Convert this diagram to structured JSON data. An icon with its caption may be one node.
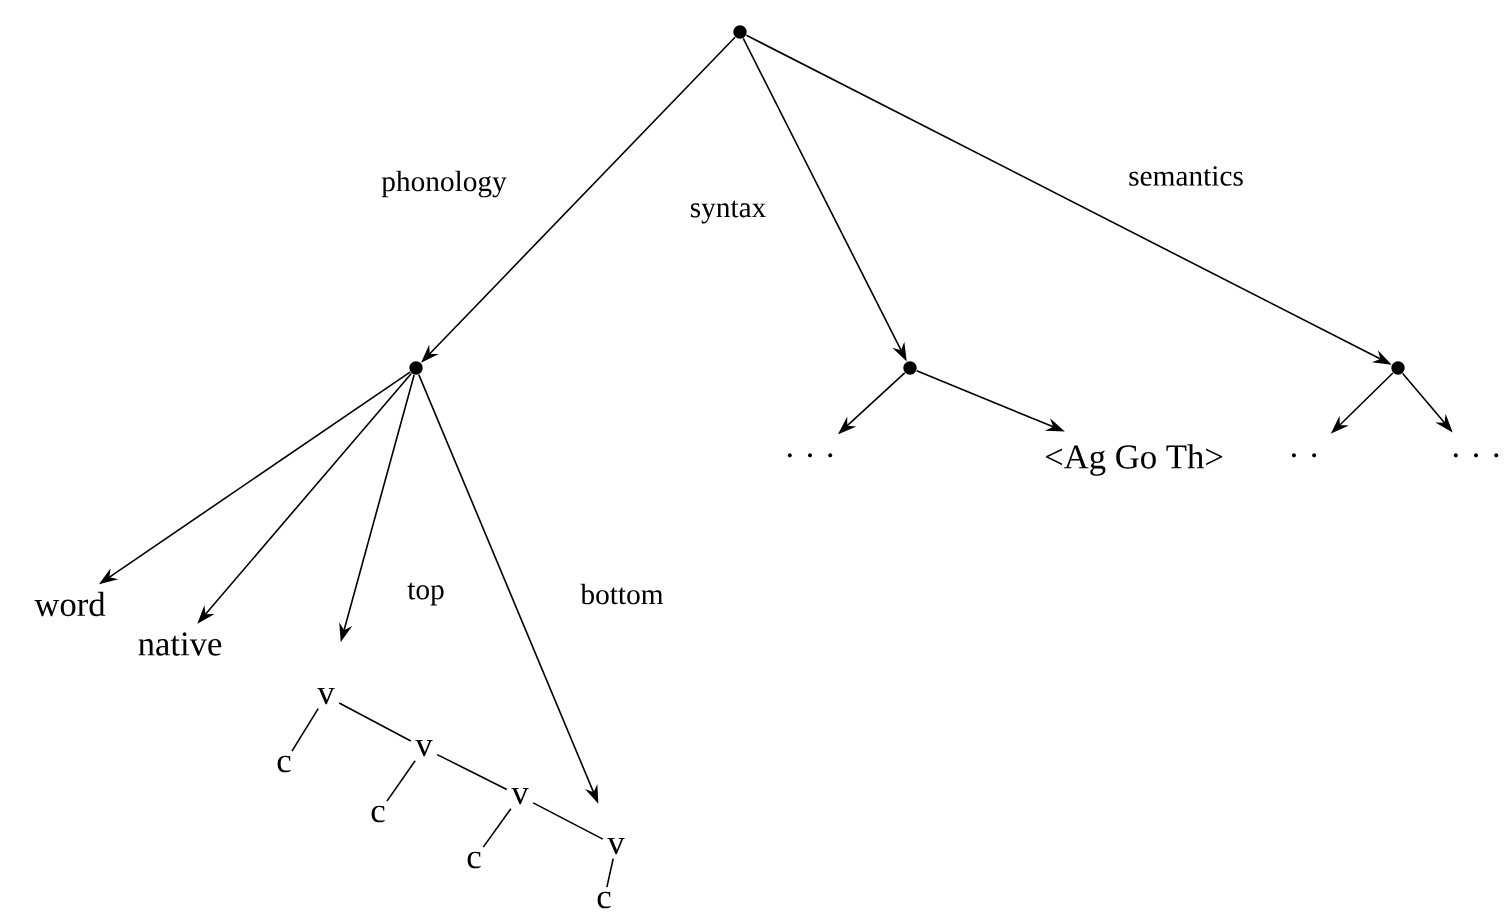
{
  "diagram": {
    "nodes": [
      {
        "text": [],
        "shape": "circle"
      },
      {
        "text": [],
        "shape": "circle"
      },
      {
        "text": [],
        "shape": "circle"
      },
      {
        "text": [],
        "shape": "circle"
      },
      {
        "text": [
          "word"
        ]
      },
      {
        "text": [
          "native"
        ]
      },
      {
        "text": [
          "v"
        ]
      },
      {
        "text": [
          "c"
        ]
      },
      {
        "text": [
          "v"
        ]
      },
      {
        "text": [
          "c"
        ]
      },
      {
        "text": [
          "v"
        ]
      },
      {
        "text": [
          "c"
        ]
      },
      {
        "text": [
          "v"
        ]
      },
      {
        "text": [
          "c"
        ]
      },
      {
        "text": [
          "· · ·"
        ]
      },
      {
        "text": [
          "<Ag Go Th>"
        ]
      },
      {
        "text": [
          "· ·"
        ]
      },
      {
        "text": [
          "· · ·"
        ]
      }
    ],
    "edges": [
      {
        "from": 0,
        "to": 1,
        "arrow": "to",
        "label": "phonology"
      },
      {
        "from": 0,
        "to": 2,
        "arrow": "to",
        "label": "syntax"
      },
      {
        "from": 0,
        "to": 3,
        "arrow": "to",
        "label": "semantics"
      },
      {
        "from": 1,
        "to": 4,
        "arrow": "to"
      },
      {
        "from": 1,
        "to": 5,
        "arrow": "to"
      },
      {
        "from": 1,
        "to": 6,
        "arrow": "to",
        "label": "top"
      },
      {
        "from": 1,
        "to": 12,
        "arrow": "to",
        "label": "bottom"
      },
      {
        "from": 6,
        "to": 7,
        "arrow": "none"
      },
      {
        "from": 6,
        "to": 8,
        "arrow": "none"
      },
      {
        "from": 8,
        "to": 9,
        "arrow": "none"
      },
      {
        "from": 8,
        "to": 10,
        "arrow": "none"
      },
      {
        "from": 10,
        "to": 11,
        "arrow": "none"
      },
      {
        "from": 10,
        "to": 12,
        "arrow": "none"
      },
      {
        "from": 12,
        "to": 13,
        "arrow": "none"
      },
      {
        "from": 2,
        "to": 14,
        "arrow": "to"
      },
      {
        "from": 2,
        "to": 15,
        "arrow": "to"
      },
      {
        "from": 3,
        "to": 16,
        "arrow": "to"
      },
      {
        "from": 3,
        "to": 17,
        "arrow": "to"
      }
    ]
  }
}
